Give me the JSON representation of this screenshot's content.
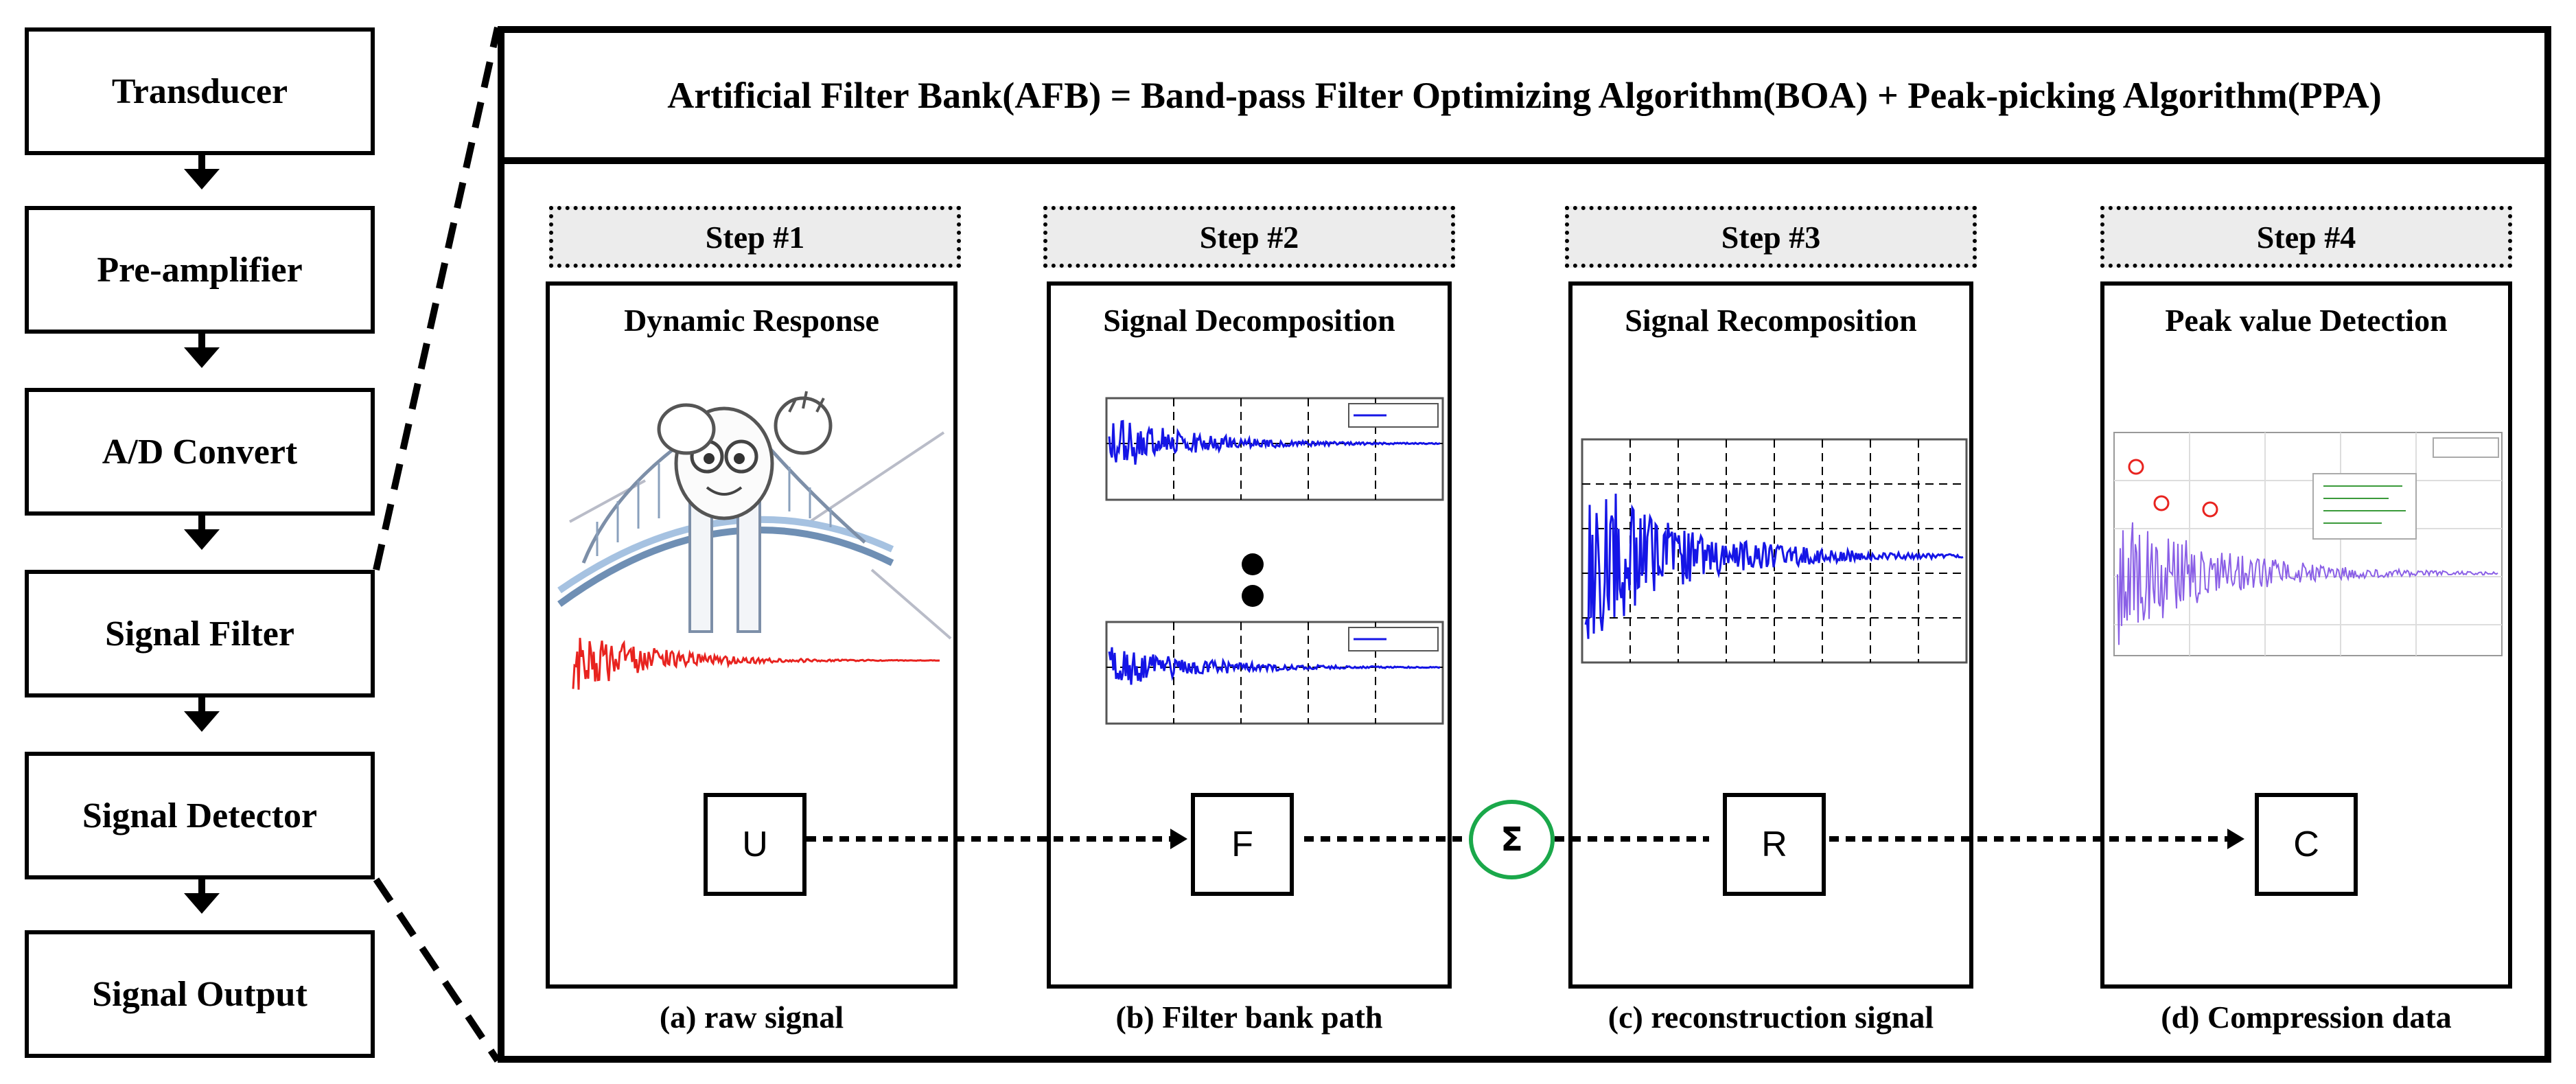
{
  "flow_chart": {
    "steps": [
      "Transducer",
      "Pre-amplifier",
      "A/D Convert",
      "Signal Filter",
      "Signal Detector",
      "Signal Output"
    ]
  },
  "title": "Artificial Filter Bank(AFB) = Band-pass Filter Optimizing Algorithm(BOA) + Peak-picking Algorithm(PPA)",
  "stages": [
    {
      "step": "Step #1",
      "heading": "Dynamic  Response",
      "node": "U",
      "caption": "(a)  raw  signal"
    },
    {
      "step": "Step #2",
      "heading": "Signal Decomposition",
      "node": "F",
      "caption": "(b)  Filter bank path"
    },
    {
      "step": "Step #3",
      "heading": "Signal Recomposition",
      "node": "R",
      "caption": "(c)  reconstruction  signal"
    },
    {
      "step": "Step #4",
      "heading": "Peak value  Detection",
      "node": "C",
      "caption": "(d)  Compression  data"
    }
  ],
  "sum_symbol": "Σ",
  "colors": {
    "raw_signal": "#e8231f",
    "filtered_signal": "#1515e6",
    "peak_signal": "#8a5fe6",
    "sum_ring": "#1aa84a"
  }
}
